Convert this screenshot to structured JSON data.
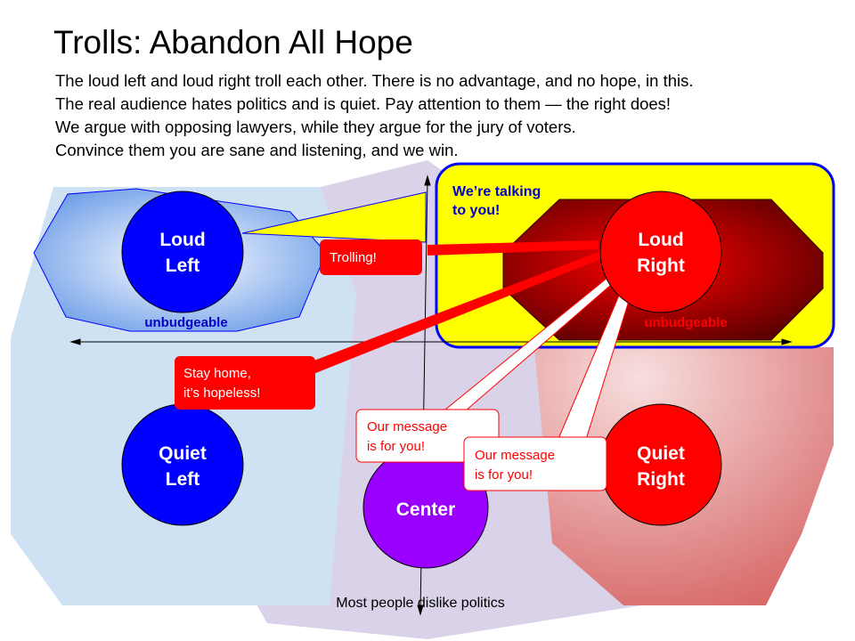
{
  "title": "Trolls: Abandon All Hope",
  "intro_lines": [
    "The loud left and loud right troll each other. There is no advantage, and no hope, in this.",
    "The real audience hates politics and is quiet. Pay attention to them — the right does!",
    "We argue with opposing lawyers, while they argue for the jury of voters.",
    "Convince them you are sane and listening, and we win."
  ],
  "nodes": {
    "loud_left": [
      "Loud",
      "Left"
    ],
    "loud_right": [
      "Loud",
      "Right"
    ],
    "quiet_left": [
      "Quiet",
      "Left"
    ],
    "quiet_right": [
      "Quiet",
      "Right"
    ],
    "center": "Center"
  },
  "labels": {
    "unbudgeable_left": "unbudgeable",
    "unbudgeable_right": "unbudgeable",
    "talking_to_you": [
      "We’re talking",
      "to you!"
    ],
    "bottom_caption": "Most people dislike politics"
  },
  "callouts": {
    "trolling": "Trolling!",
    "stay_home": [
      "Stay home,",
      "it’s hopeless!"
    ],
    "message_1": [
      "Our message",
      "is for you!"
    ],
    "message_2": [
      "Our message",
      "is for you!"
    ]
  },
  "colors": {
    "left_blue": "#0000ff",
    "right_red": "#ff0000",
    "center_purple": "#9900ff",
    "highlight_yellow": "#ffff00",
    "dark_red": "#5a0000",
    "label_blue": "#0000cc"
  }
}
